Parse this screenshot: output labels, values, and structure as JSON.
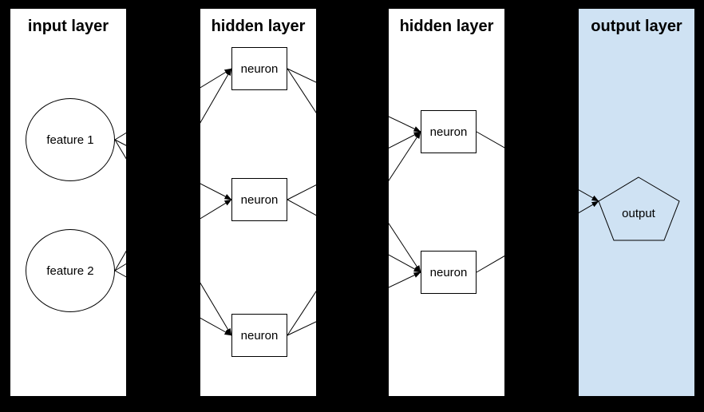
{
  "diagram": {
    "type": "neural-network",
    "background_color": "#000000",
    "layer_background": "#ffffff",
    "output_layer_background": "#cfe2f3",
    "line_color": "#000000",
    "text_color": "#000000"
  },
  "layers": [
    {
      "title": "input layer",
      "nodes": [
        {
          "id": "f1",
          "label": "feature 1",
          "shape": "circle"
        },
        {
          "id": "f2",
          "label": "feature 2",
          "shape": "circle"
        }
      ]
    },
    {
      "title": "hidden layer",
      "nodes": [
        {
          "id": "h1n1",
          "label": "neuron",
          "shape": "rectangle"
        },
        {
          "id": "h1n2",
          "label": "neuron",
          "shape": "rectangle"
        },
        {
          "id": "h1n3",
          "label": "neuron",
          "shape": "rectangle"
        }
      ]
    },
    {
      "title": "hidden layer",
      "nodes": [
        {
          "id": "h2n1",
          "label": "neuron",
          "shape": "rectangle"
        },
        {
          "id": "h2n2",
          "label": "neuron",
          "shape": "rectangle"
        }
      ]
    },
    {
      "title": "output layer",
      "nodes": [
        {
          "id": "out",
          "label": "output",
          "shape": "pentagon"
        }
      ]
    }
  ],
  "connections": [
    {
      "from": "f1",
      "to": "h1n1"
    },
    {
      "from": "f1",
      "to": "h1n2"
    },
    {
      "from": "f1",
      "to": "h1n3"
    },
    {
      "from": "f2",
      "to": "h1n1"
    },
    {
      "from": "f2",
      "to": "h1n2"
    },
    {
      "from": "f2",
      "to": "h1n3"
    },
    {
      "from": "h1n1",
      "to": "h2n1"
    },
    {
      "from": "h1n1",
      "to": "h2n2"
    },
    {
      "from": "h1n2",
      "to": "h2n1"
    },
    {
      "from": "h1n2",
      "to": "h2n2"
    },
    {
      "from": "h1n3",
      "to": "h2n1"
    },
    {
      "from": "h1n3",
      "to": "h2n2"
    },
    {
      "from": "h2n1",
      "to": "out"
    },
    {
      "from": "h2n2",
      "to": "out"
    }
  ]
}
